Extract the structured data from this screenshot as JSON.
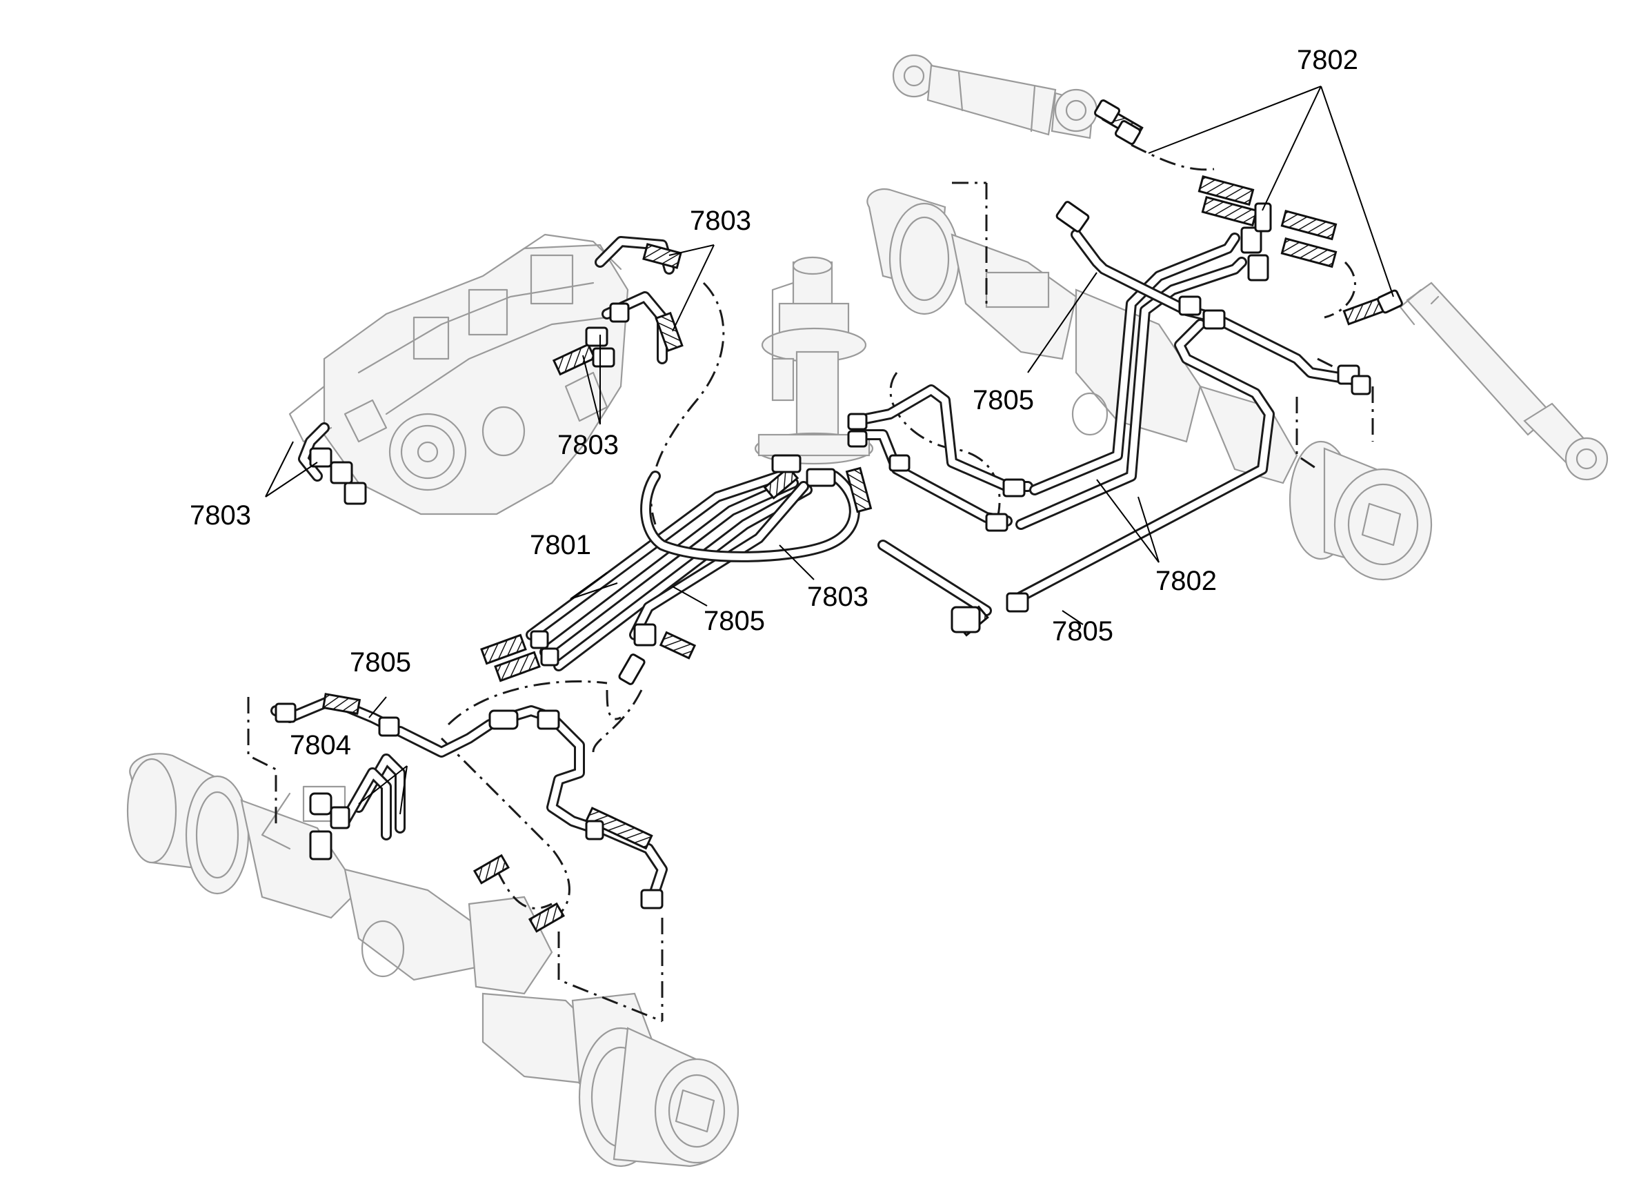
{
  "labels": {
    "steer_cyl_lines": "7802",
    "pump_line_upper": "7803",
    "pump_line_mid": "7803",
    "pump_line_left": "7803",
    "swivel_hose": "7803",
    "rear_line_upper": "7805",
    "main_lines": "7801",
    "rear_line_center": "7805",
    "rear_line_right": "7805",
    "front_line": "7805",
    "steer_lines_lower": "7802",
    "front_lines": "7804"
  },
  "colors": {
    "line_art": "#1a1a1a",
    "ghost_art": "#9a9a9a",
    "background": "#ffffff"
  }
}
